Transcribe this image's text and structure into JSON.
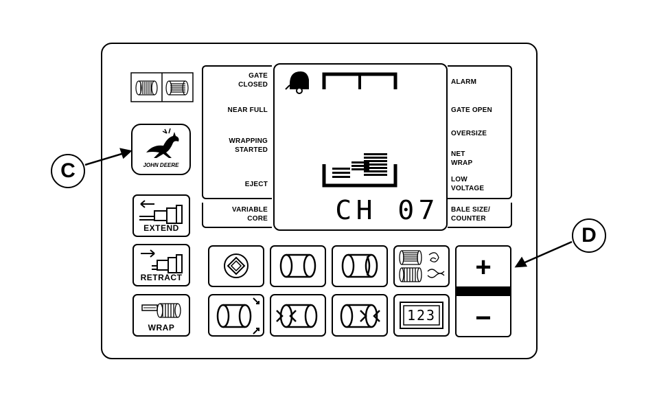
{
  "labels_left": {
    "gate_closed": [
      "GATE",
      "CLOSED"
    ],
    "near_full": "NEAR FULL",
    "wrapping_started": [
      "WRAPPING",
      "STARTED"
    ],
    "eject": "EJECT",
    "variable_core": [
      "VARIABLE",
      "CORE"
    ]
  },
  "labels_right": {
    "alarm": "ALARM",
    "gate_open": "GATE OPEN",
    "oversize": "OVERSIZE",
    "net_wrap": [
      "NET",
      "WRAP"
    ],
    "low_voltage": [
      "LOW",
      "VOLTAGE"
    ],
    "bale_size_counter": [
      "BALE SIZE/",
      "COUNTER"
    ]
  },
  "display": {
    "readout": "CH 07"
  },
  "logo": {
    "text": "JOHN DEERE"
  },
  "buttons": {
    "extend": "EXTEND",
    "retract": "RETRACT",
    "wrap": "WRAP",
    "counter_digits": "123",
    "plus": "+",
    "minus": "−"
  },
  "callouts": {
    "c": "C",
    "d": "D"
  },
  "icons": [
    "bale-icon",
    "john-deere-logo-icon",
    "extend-icon",
    "retract-icon",
    "wrap-icon",
    "target-icon",
    "roll-icon",
    "roll-right-icon",
    "bale-stack-icon",
    "roll-corner-icon",
    "roll-in-icon",
    "roll-out-icon",
    "counter-icon"
  ]
}
